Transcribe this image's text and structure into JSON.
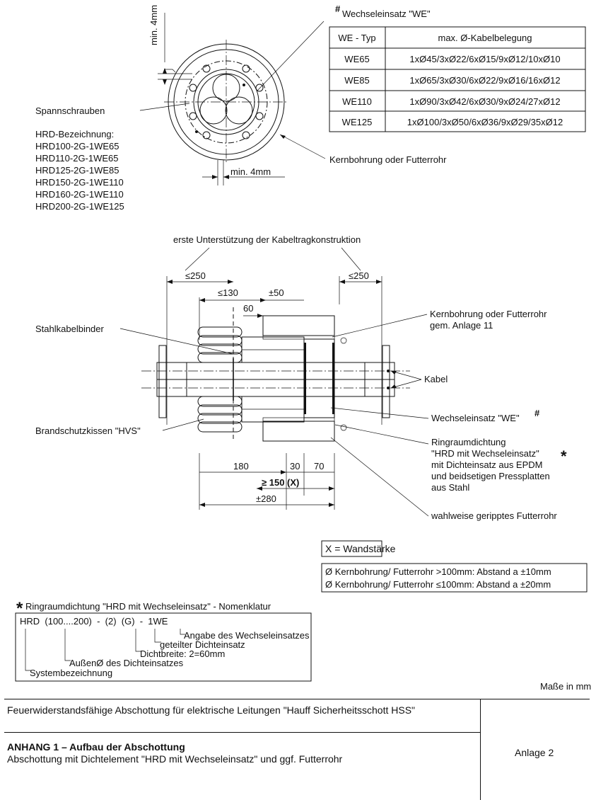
{
  "top": {
    "min_4mm_vertical": "min. 4mm",
    "min_4mm_horizontal": "min. 4mm",
    "spannschrauben": "Spannschrauben",
    "kernbohrung_oder_futterrohr": "Kernbohrung oder Futterrohr",
    "hrd_heading": "HRD-Bezeichnung:",
    "hrd_list": [
      "HRD100-2G-1WE65",
      "HRD110-2G-1WE65",
      "HRD125-2G-1WE85",
      "HRD150-2G-1WE110",
      "HRD160-2G-1WE110",
      "HRD200-2G-1WE125"
    ]
  },
  "we_table": {
    "hash": "#",
    "title": "Wechseleinsatz \"WE\"",
    "headers": [
      "WE - Typ",
      "max. Ø-Kabelbelegung"
    ],
    "rows": [
      [
        "WE65",
        "1xØ45/3xØ22/6xØ15/9xØ12/10xØ10"
      ],
      [
        "WE85",
        "1xØ65/3xØ30/6xØ22/9xØ16/16xØ12"
      ],
      [
        "WE110",
        "1xØ90/3xØ42/6xØ30/9xØ24/27xØ12"
      ],
      [
        "WE125",
        "1xØ100/3xØ50/6xØ36/9xØ29/35xØ12"
      ]
    ]
  },
  "section": {
    "erste_unterstuetzung": "erste Unterstützung der Kabeltragkonstruktion",
    "dim_le250_left": "≤250",
    "dim_le250_right": "≤250",
    "dim_le130": "≤130",
    "dim_pm50": "±50",
    "dim_60": "60",
    "dim_180": "180",
    "dim_30": "30",
    "dim_70": "70",
    "dim_ge150": "≥ 150 (X)",
    "dim_pm280": "±280",
    "stahlkabelbinder": "Stahlkabelbinder",
    "kernbohrung_line1": "Kernbohrung oder Futterrohr",
    "kernbohrung_line2": "gem. Anlage 11",
    "kabel": "Kabel",
    "brandschutzkissen": "Brandschutzkissen \"HVS\"",
    "wechseleinsatz": "Wechseleinsatz \"WE\"",
    "wechseleinsatz_hash": "#",
    "ring_lines": [
      "Ringraumdichtung",
      "\"HRD mit Wechseleinsatz\"",
      "mit Dichteinsatz aus EPDM",
      "und beidsetigen Pressplatten",
      "aus Stahl"
    ],
    "ring_star": "*",
    "wahlweise": "wahlweise geripptes Futterrohr"
  },
  "notes": {
    "x_wandstaerke": "X = Wandstärke",
    "abstand_gt100": "Ø Kernbohrung/ Futterrohr >100mm: Abstand a ±10mm",
    "abstand_le100": "Ø Kernbohrung/ Futterrohr ≤100mm: Abstand a ±20mm"
  },
  "nomenclature": {
    "star": "*",
    "title": "Ringraumdichtung \"HRD mit Wechseleinsatz\" - Nomenklatur",
    "code": "HRD  (100....200)  -  (2)  (G)  -  1WE",
    "angabe": "Angabe des Wechseleinsatzes",
    "geteilter": "geteilter Dichteinsatz",
    "dichtbreite": "Dichtbreite: 2=60mm",
    "aussen": "AußenØ des Dichteinsatzes",
    "system": "Systembezeichnung",
    "masse": "Maße in mm"
  },
  "footer": {
    "title": "Feuerwiderstandsfähige Abschottung für elektrische Leitungen \"Hauff Sicherheitsschott HSS\"",
    "annex_title": "ANHANG 1 – Aufbau der Abschottung",
    "annex_sub": "Abschottung mit Dichtelement \"HRD mit Wechseleinsatz\" und ggf. Futterrohr",
    "anlage": "Anlage 2"
  }
}
